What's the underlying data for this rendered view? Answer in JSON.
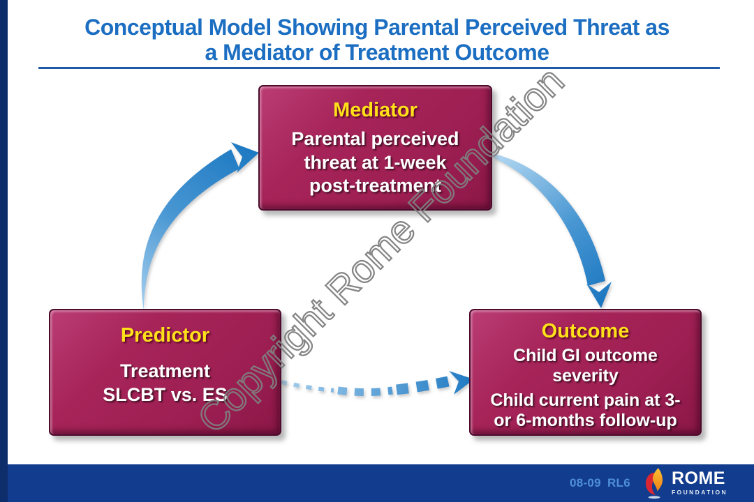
{
  "slide": {
    "title_line1": "Conceptual Model Showing Parental Perceived Threat as",
    "title_line2": "a Mediator of Treatment Outcome",
    "watermark_text": "Copyright Rome Foundation"
  },
  "boxes": {
    "mediator": {
      "title": "Mediator",
      "lines": [
        "Parental perceived",
        "threat at 1-week",
        "post-treatment"
      ]
    },
    "predictor": {
      "title": "Predictor",
      "lines": [
        "Treatment",
        "SLCBT vs. ES"
      ]
    },
    "outcome": {
      "title": "Outcome",
      "lines_a": [
        "Child GI outcome",
        "severity"
      ],
      "lines_b": [
        "Child current pain at 3-",
        "or 6-months follow-up"
      ]
    }
  },
  "arrows": {
    "predictor_to_mediator": "solid curved arrow up",
    "mediator_to_outcome": "solid curved arrow down",
    "predictor_to_outcome": "dashed curved arrow right"
  },
  "footer": {
    "session_code": "08-09",
    "slide_code": "RL6",
    "brand_name": "ROME",
    "brand_sub": "FOUNDATION"
  },
  "colors": {
    "title_blue": "#1b6ec1",
    "rule_blue": "#1d5ba6",
    "box_magenta": "#a32057",
    "accent_yellow": "#ffe11a",
    "arrow_blue": "#1e79c2",
    "footer_navy": "#123c8e",
    "left_bar_navy": "#0d2e6b",
    "watermark_gray": "#7f7f7f",
    "flame_red": "#d92632",
    "flame_yellow": "#f6a81c"
  }
}
